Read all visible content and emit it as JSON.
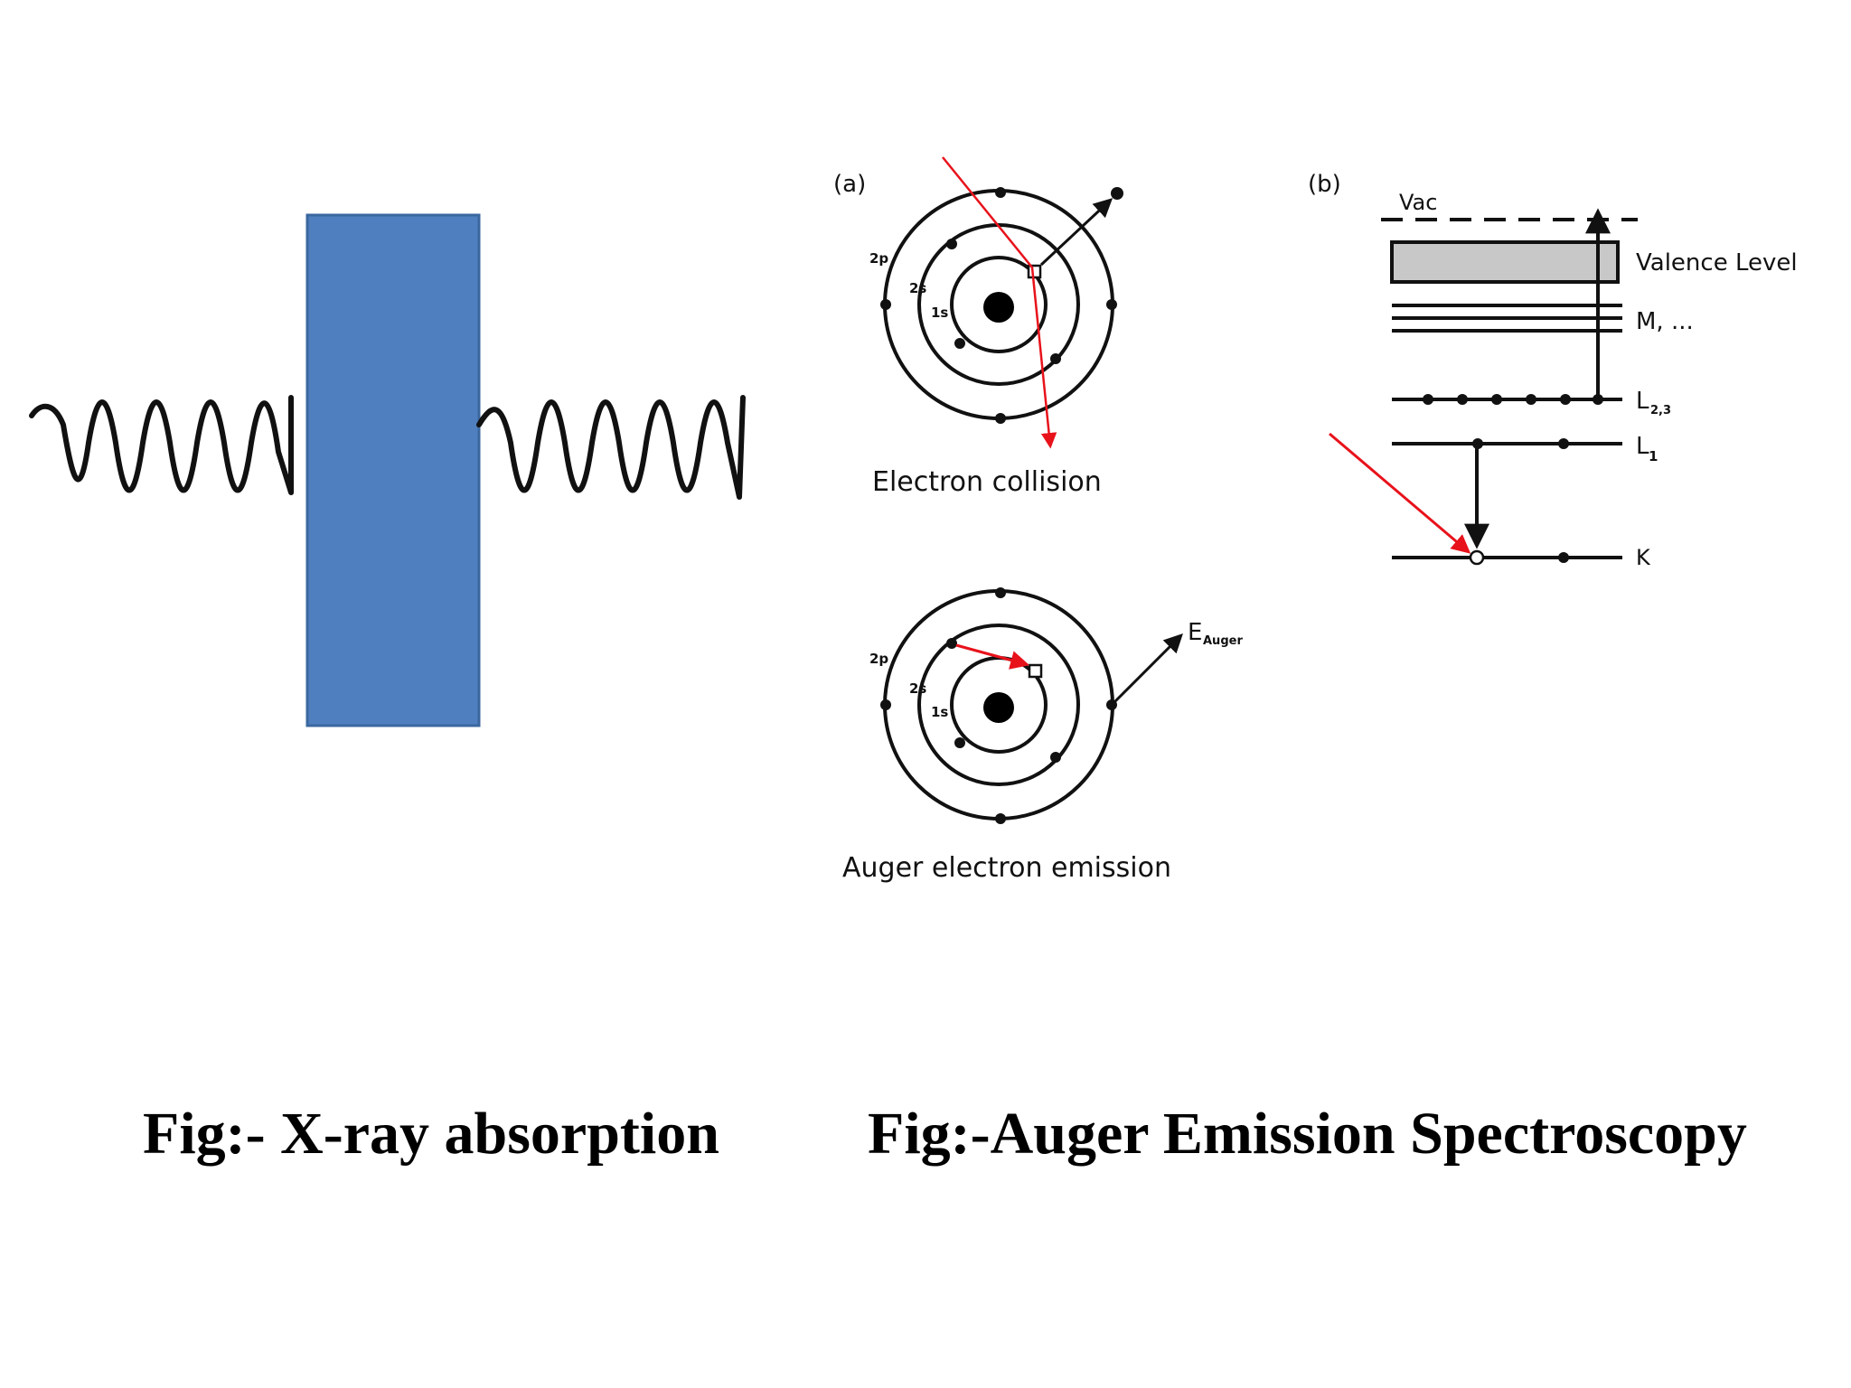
{
  "left_figure": {
    "caption": "Fig:- X-ray absorption"
  },
  "right_figure": {
    "caption": "Fig:-Auger Emission Spectroscopy",
    "panel_a": {
      "tag": "(a)",
      "shell_labels": {
        "outer": "2p",
        "middle": "2s",
        "inner": "1s"
      },
      "top_label": "Electron collision",
      "bottom_label": "Auger electron emission",
      "energy_label": "E",
      "energy_subscript": "Auger"
    },
    "panel_b": {
      "tag": "(b)",
      "vac_label": "Vac",
      "levels": {
        "valence": "Valence Level",
        "m": "M, ...",
        "l23": "L",
        "l23_sub": "2,3",
        "l1": "L",
        "l1_sub": "1",
        "k": "K"
      }
    }
  },
  "colors": {
    "block": "#4f7fbf",
    "block_border": "#3b679f",
    "arrow_red": "#e8121b",
    "valence_fill": "#c8c8c8"
  }
}
